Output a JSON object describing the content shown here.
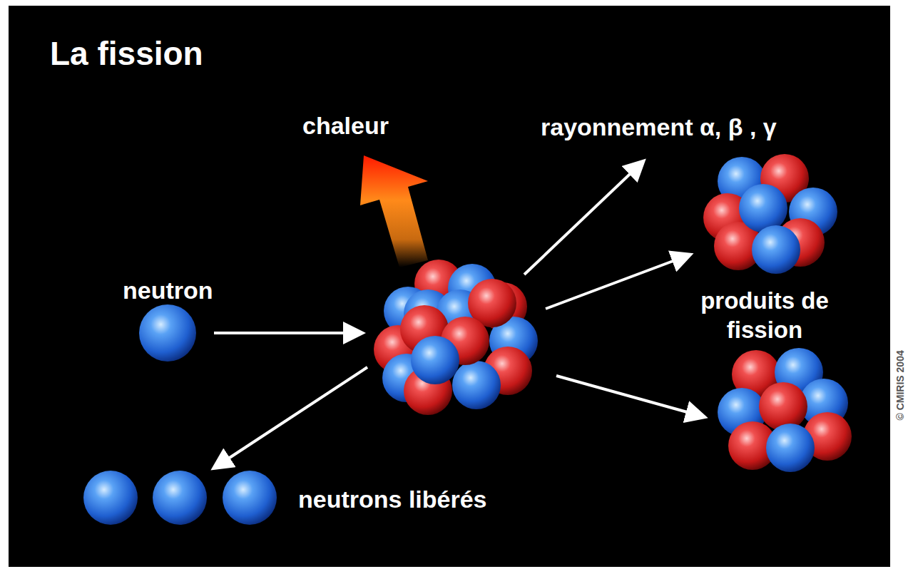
{
  "diagram": {
    "title": "La fission",
    "labels": [
      "chaleur",
      "rayonnement α, β , γ",
      "neutron",
      "produits de fission",
      "neutrons libérés",
      "© CMIRIS 2004"
    ]
  }
}
